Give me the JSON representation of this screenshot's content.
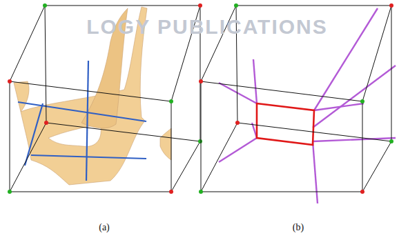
{
  "diagram": {
    "labels": [
      "LOGY PUBLICATIONS",
      "(a)",
      "(b)"
    ]
  }
}
